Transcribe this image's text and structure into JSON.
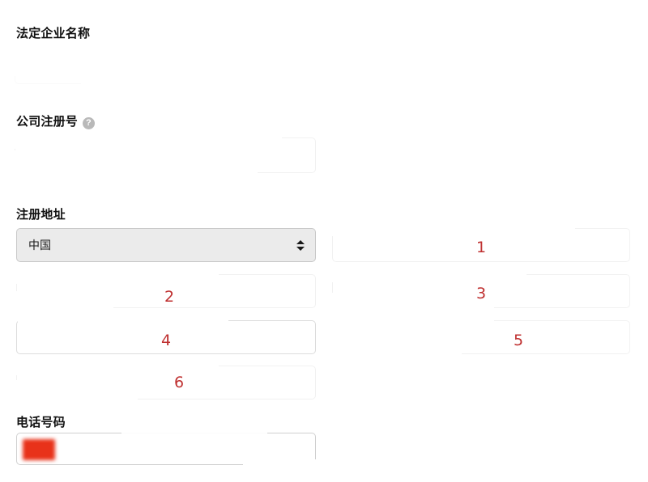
{
  "form": {
    "fields": [
      {
        "id": "legal-business-name",
        "label": "法定企业名称",
        "value": "",
        "placeholder": ""
      },
      {
        "id": "company-registration-number",
        "label": "公司注册号",
        "help_icon": "help-circle-icon",
        "help_glyph": "?",
        "value": "",
        "placeholder": ""
      },
      {
        "id": "registered-address",
        "label": "注册地址",
        "country_select": {
          "value": "中国",
          "icon": "chevron-up-down-icon"
        }
      },
      {
        "id": "phone-number",
        "label": "电话号码",
        "flag_icon": "china-flag-icon",
        "value": "",
        "placeholder": ""
      }
    ]
  },
  "annotations": {
    "color": "#bf3030",
    "markers": [
      {
        "number": "1",
        "target": "address-line-right-1"
      },
      {
        "number": "2",
        "target": "address-line-left-2"
      },
      {
        "number": "3",
        "target": "address-line-right-3"
      },
      {
        "number": "4",
        "target": "address-line-left-4"
      },
      {
        "number": "5",
        "target": "address-line-right-5"
      },
      {
        "number": "6",
        "target": "address-line-left-6"
      }
    ]
  },
  "theme": {
    "background": "#ffffff",
    "label_color": "#111111",
    "input_border": "#d6d6d6",
    "select_background": "#ebebeb",
    "flag_color": "#e8321a"
  }
}
